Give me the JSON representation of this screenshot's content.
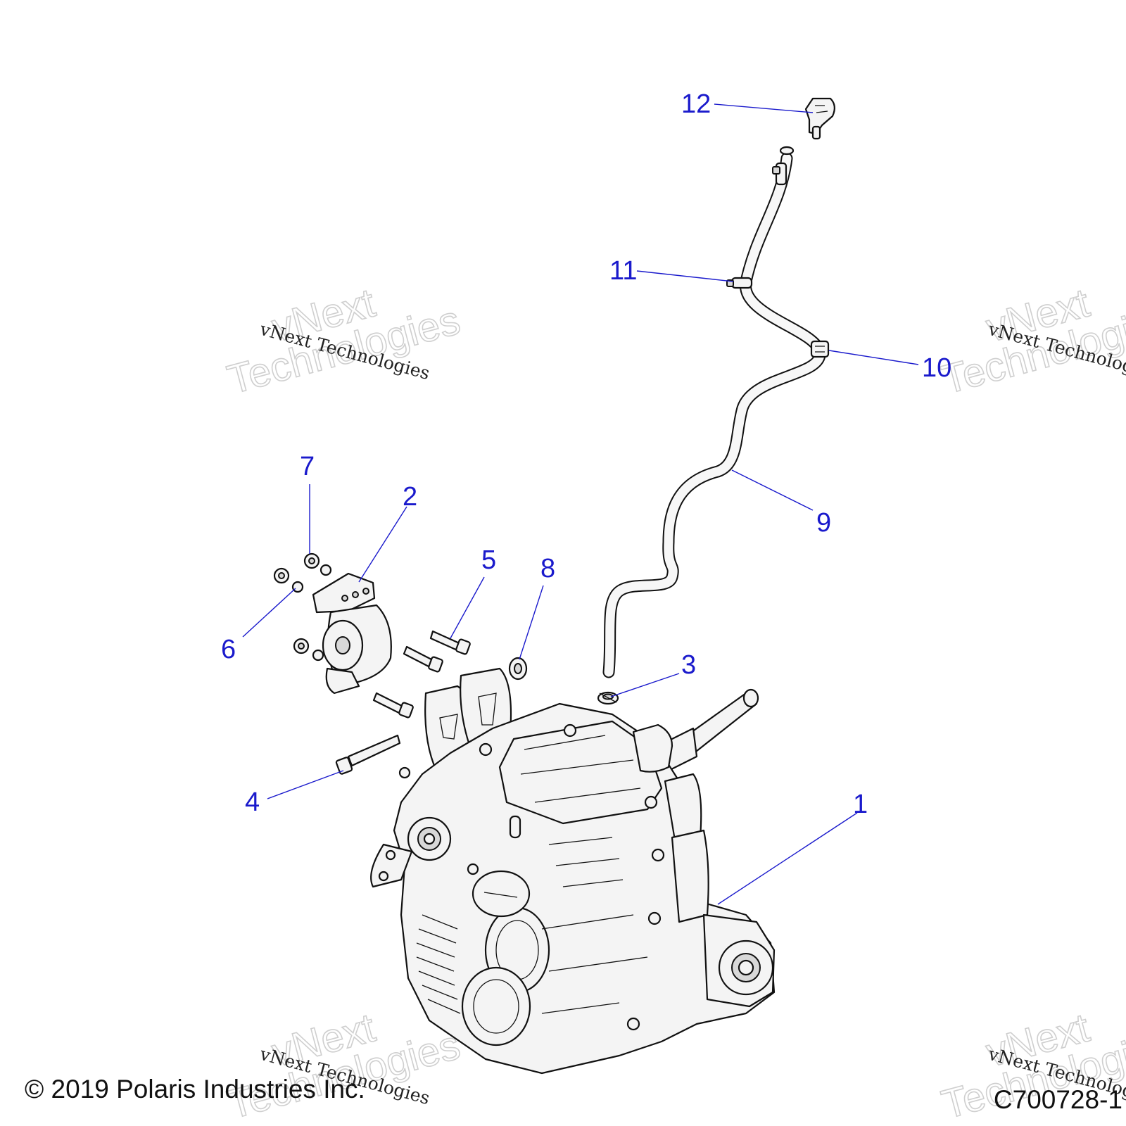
{
  "diagram": {
    "callouts": [
      "1",
      "2",
      "3",
      "4",
      "5",
      "6",
      "7",
      "8",
      "9",
      "10",
      "11",
      "12"
    ]
  },
  "watermark": {
    "small_text": "vNext Technologies",
    "big_line1": "vNext",
    "big_line2": "Technologies"
  },
  "footer": {
    "copyright": "© 2019 Polaris Industries Inc.",
    "figure_code": "C700728-1"
  }
}
